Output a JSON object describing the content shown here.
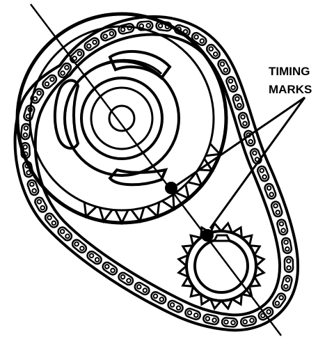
{
  "callout": {
    "line1": "TIMING",
    "line2": "MARKS"
  },
  "colors": {
    "ink": "#000000",
    "paper": "#ffffff"
  },
  "parts": {
    "upper_sprocket": "camshaft-sprocket",
    "lower_sprocket": "crankshaft-sprocket",
    "chain": "timing-chain",
    "marks": [
      "timing-mark-upper",
      "timing-mark-lower"
    ]
  }
}
